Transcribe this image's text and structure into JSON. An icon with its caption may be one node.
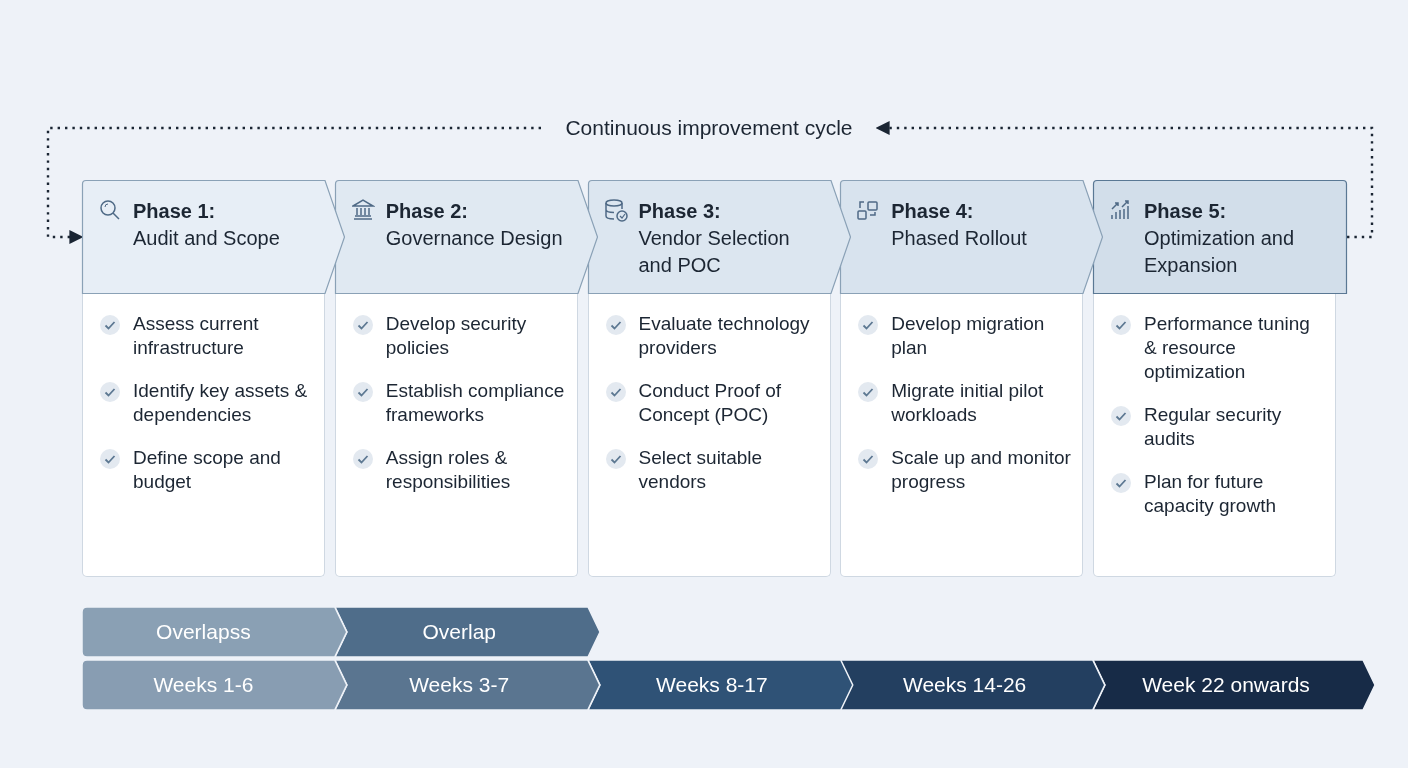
{
  "diagram": {
    "nodes": [
      {
        "text": [
          "Continuous improvement cycle"
        ]
      },
      {
        "text": [
          "Phase 1:",
          "Audit and Scope"
        ]
      },
      {
        "text": [
          "Phase 2:",
          "Governance Design"
        ]
      },
      {
        "text": [
          "Phase 3:",
          "Vendor Selection and POC"
        ]
      },
      {
        "text": [
          "Phase 4:",
          "Phased Rollout"
        ]
      },
      {
        "text": [
          "Phase 5:",
          "Optimization and Expansion"
        ]
      },
      {
        "text": [
          "Assess current infrastructure",
          "Identify key assets & dependencies",
          "Define scope and budget"
        ]
      },
      {
        "text": [
          "Develop security policies",
          "Establish compliance frameworks",
          "Assign roles & responsibilities"
        ]
      },
      {
        "text": [
          "Evaluate technology providers",
          "Conduct Proof of Concept (POC)",
          "Select suitable vendors"
        ]
      },
      {
        "text": [
          "Develop migration plan",
          "Migrate initial pilot workloads",
          "Scale up and monitor progress"
        ]
      },
      {
        "text": [
          "Performance tuning & resource optimization",
          "Regular security audits",
          "Plan for future capacity growth"
        ]
      },
      {
        "text": [
          "Overlapss"
        ]
      },
      {
        "text": [
          "Overlap"
        ]
      },
      {
        "text": [
          "Weeks 1-6"
        ]
      },
      {
        "text": [
          "Weeks 3-7"
        ]
      },
      {
        "text": [
          "Weeks 8-17"
        ]
      },
      {
        "text": [
          "Weeks 14-26"
        ]
      },
      {
        "text": [
          "Week 22 onwards"
        ]
      }
    ],
    "edges": [
      {
        "from": 5,
        "to": 0,
        "arrow": "to",
        "style": "dashed"
      },
      {
        "from": 0,
        "to": 1,
        "arrow": "to",
        "style": "dashed"
      }
    ]
  }
}
